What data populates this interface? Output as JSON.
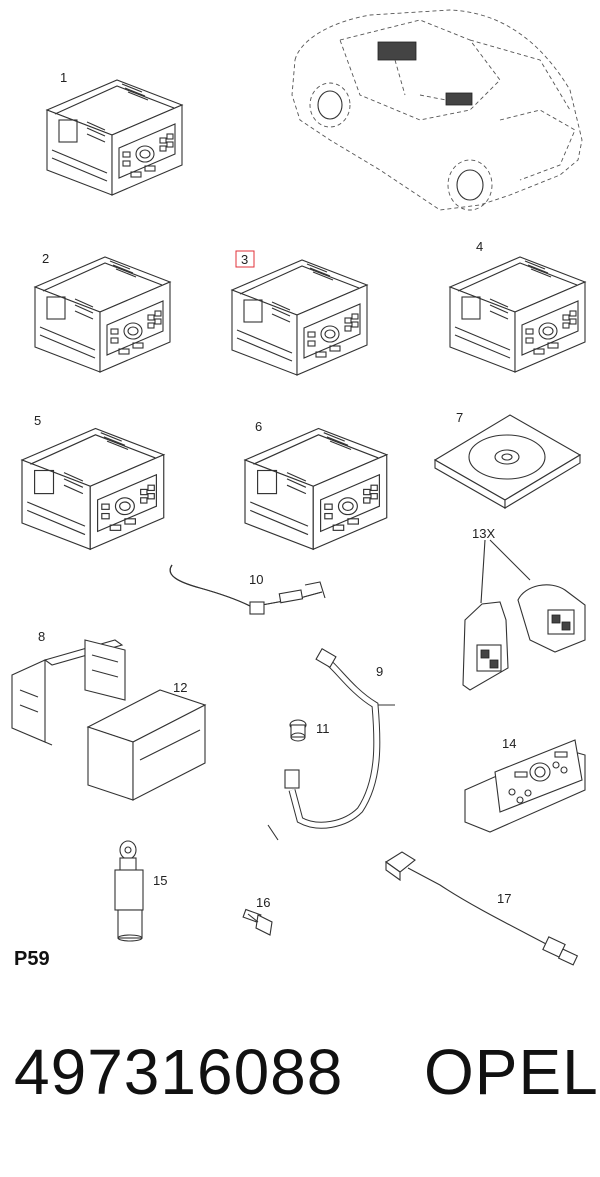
{
  "diagram": {
    "callouts": {
      "c1": "1",
      "c2": "2",
      "c3": "3",
      "c4": "4",
      "c5": "5",
      "c6": "6",
      "c7": "7",
      "c8": "8",
      "c9": "9",
      "c10": "10",
      "c11": "11",
      "c12": "12",
      "c13x": "13X",
      "c14": "14",
      "c15": "15",
      "c16": "16",
      "c17": "17"
    },
    "highlight_color": "#e0303a",
    "page_code": "P59"
  },
  "footer": {
    "part_number": "497316088",
    "brand": "OPEL"
  }
}
